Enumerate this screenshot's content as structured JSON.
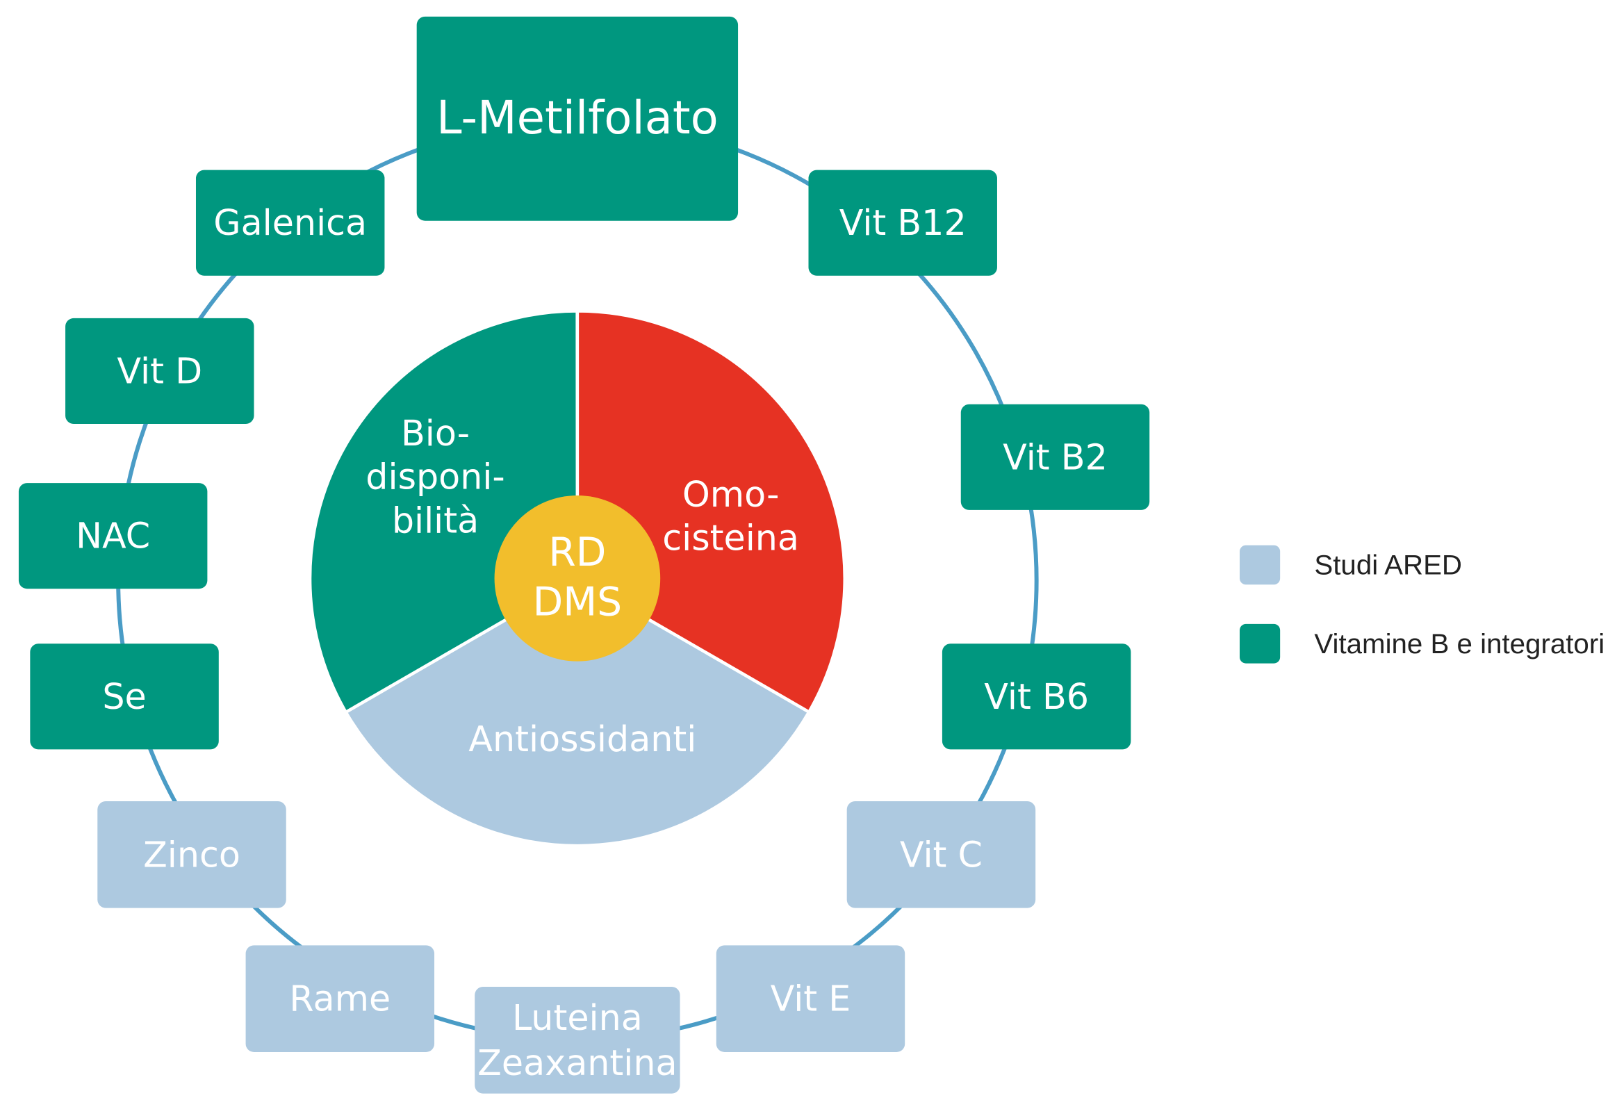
{
  "colors": {
    "teal": "#00977f",
    "light_blue": "#adc9e0",
    "red": "#e63223",
    "yellow": "#f2be2c",
    "ring": "#4a9cc6"
  },
  "center": {
    "line1": "RD",
    "line2": "DMS"
  },
  "pie": [
    {
      "label_lines": [
        "Omo-",
        "cisteina"
      ],
      "color": "red",
      "share": 0.3333
    },
    {
      "label_lines": [
        "Antiossidanti"
      ],
      "color": "light_blue",
      "share": 0.3333
    },
    {
      "label_lines": [
        "Bio-",
        "disponi-",
        "bilità"
      ],
      "color": "teal",
      "share": 0.3333
    }
  ],
  "nodes": [
    {
      "label": "L-Metilfolato",
      "group": "Vitamine B e integratori"
    },
    {
      "label": "Vit B12",
      "group": "Vitamine B e integratori"
    },
    {
      "label": "Vit B2",
      "group": "Vitamine B e integratori"
    },
    {
      "label": "Vit B6",
      "group": "Vitamine B e integratori"
    },
    {
      "label": "Vit C",
      "group": "Studi ARED"
    },
    {
      "label": "Vit E",
      "group": "Studi ARED"
    },
    {
      "label": "Luteina\nZeaxantina",
      "group": "Studi ARED"
    },
    {
      "label": "Rame",
      "group": "Studi ARED"
    },
    {
      "label": "Zinco",
      "group": "Studi ARED"
    },
    {
      "label": "Se",
      "group": "Vitamine B e integratori"
    },
    {
      "label": "NAC",
      "group": "Vitamine B e integratori"
    },
    {
      "label": "Vit D",
      "group": "Vitamine B e integratori"
    },
    {
      "label": "Galenica",
      "group": "Vitamine B e integratori"
    }
  ],
  "legend": [
    {
      "label": "Studi ARED",
      "color": "light_blue"
    },
    {
      "label": "Vitamine B e integratori",
      "color": "teal"
    }
  ]
}
